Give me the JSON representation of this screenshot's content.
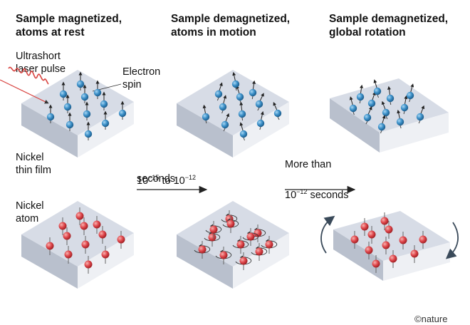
{
  "titles": {
    "col1": "Sample magnetized,\natoms at rest",
    "col2": "Sample demagnetized,\natoms in motion",
    "col3": "Sample demagnetized,\nglobal rotation"
  },
  "labels": {
    "laser": "Ultrashort\nlaser pulse",
    "electron_spin": "Electron\nspin",
    "nickel_film": "Nickel\nthin film",
    "nickel_atom": "Nickel\natom"
  },
  "steps": {
    "step1_prefix": "10",
    "step1_exp1": "−15",
    "step1_mid": " to 10",
    "step1_exp2": "−12",
    "step1_unit": "seconds",
    "step2_line1": "More than",
    "step2_base": "10",
    "step2_exp": "−12",
    "step2_unit": " seconds"
  },
  "credit": "nature",
  "colors": {
    "electron": "#3a8fc8",
    "atom": "#e0474c",
    "laser": "#d8433f",
    "slab_top": "#d7dce6",
    "slab_left": "#b9c0cd",
    "slab_right": "#eef0f4"
  }
}
